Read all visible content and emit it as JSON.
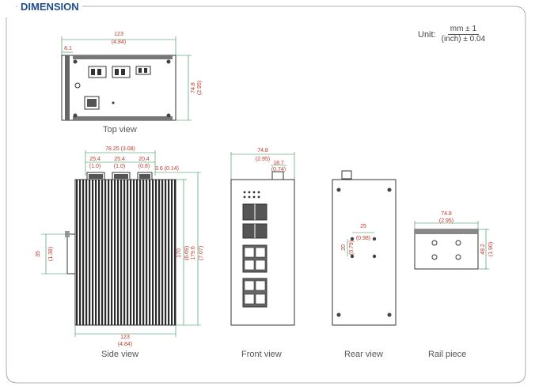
{
  "header": {
    "title": "DIMENSION"
  },
  "unit": {
    "label": "Unit:",
    "numerator": "mm ± 1",
    "denominator": "(inch) ± 0.04"
  },
  "views": {
    "top": "Top view",
    "side": "Side view",
    "front": "Front view",
    "rear": "Rear view",
    "rail": "Rail piece"
  },
  "dims": {
    "top_width_mm": "123",
    "top_width_in": "(4.84)",
    "top_offset": "8.1",
    "top_depth_mm": "74.8",
    "top_depth_in": "(2.95)",
    "side_top_mm": "78.25 (3.08)",
    "side_a_mm": "25.4",
    "side_a_in": "(1.0)",
    "side_b_mm": "25.4",
    "side_b_in": "(1.0)",
    "side_c_mm": "20.4",
    "side_c_in": "(0.8)",
    "side_d": "3.6 (0.14)",
    "side_h1_mm": "170",
    "side_h1_in": "(6.69)",
    "side_h2_mm": "179.6",
    "side_h2_in": "(7.07)",
    "side_bottom_mm": "123",
    "side_bottom_in": "(4.84)",
    "clip_mm": "35",
    "clip_in": "(1.38)",
    "front_width_mm": "74.8",
    "front_width_in": "(2.95)",
    "front_offset_mm": "18.7",
    "front_offset_in": "(0.74)",
    "rear_x_mm": "25",
    "rear_x_in": "(0.98)",
    "rear_y_mm": "20",
    "rear_y_in": "(0.79)",
    "rail_width_mm": "74.8",
    "rail_width_in": "(2.95)",
    "rail_height_mm": "48.2",
    "rail_height_in": "(1.90)"
  },
  "colors": {
    "title": "#1f4e8c",
    "dimension": "#c0392b",
    "outline": "#333333",
    "leader": "#2e8b57"
  }
}
